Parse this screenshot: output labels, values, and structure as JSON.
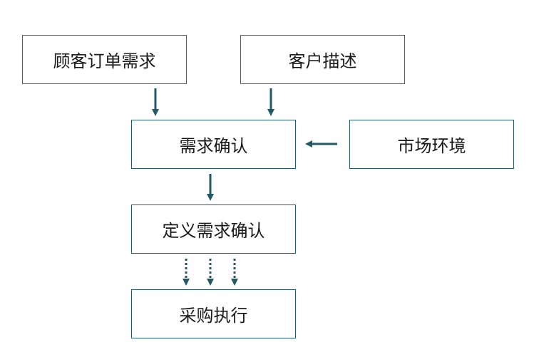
{
  "diagram": {
    "nodes": {
      "customer_order": "顾客订单需求",
      "customer_desc": "客户描述",
      "req_confirm": "需求确认",
      "market_env": "市场环境",
      "define_req": "定义需求确认",
      "procurement": "采购执行"
    },
    "edges": [
      {
        "from": "customer_order",
        "to": "req_confirm",
        "style": "solid"
      },
      {
        "from": "customer_desc",
        "to": "req_confirm",
        "style": "solid"
      },
      {
        "from": "market_env",
        "to": "req_confirm",
        "style": "solid"
      },
      {
        "from": "req_confirm",
        "to": "define_req",
        "style": "solid"
      },
      {
        "from": "define_req",
        "to": "procurement",
        "style": "dotted",
        "count": 3
      }
    ]
  },
  "colors": {
    "red_border": "#c0313a",
    "teal": "#1f5a66"
  }
}
